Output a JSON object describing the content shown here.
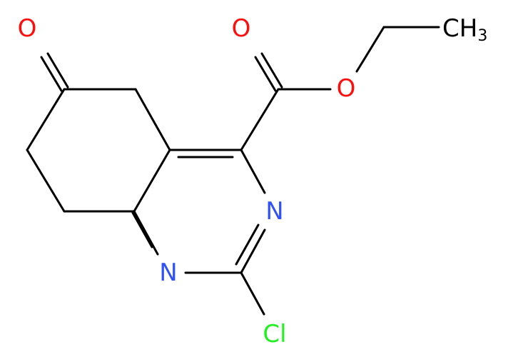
{
  "molecule": {
    "atoms": {
      "ketone_o": {
        "text": "O",
        "color": "#ff0d0d"
      },
      "carbonyl_o": {
        "text": "O",
        "color": "#ff0d0d"
      },
      "ester_o": {
        "text": "O",
        "color": "#ff0d0d"
      },
      "methyl": {
        "text": "CH",
        "subscript": "3",
        "color": "#000000"
      },
      "n3": {
        "text": "N",
        "color": "#3050f8"
      },
      "n1": {
        "text": "N",
        "color": "#3050f8"
      },
      "cl": {
        "text": "Cl",
        "color": "#1ff01f"
      }
    }
  }
}
